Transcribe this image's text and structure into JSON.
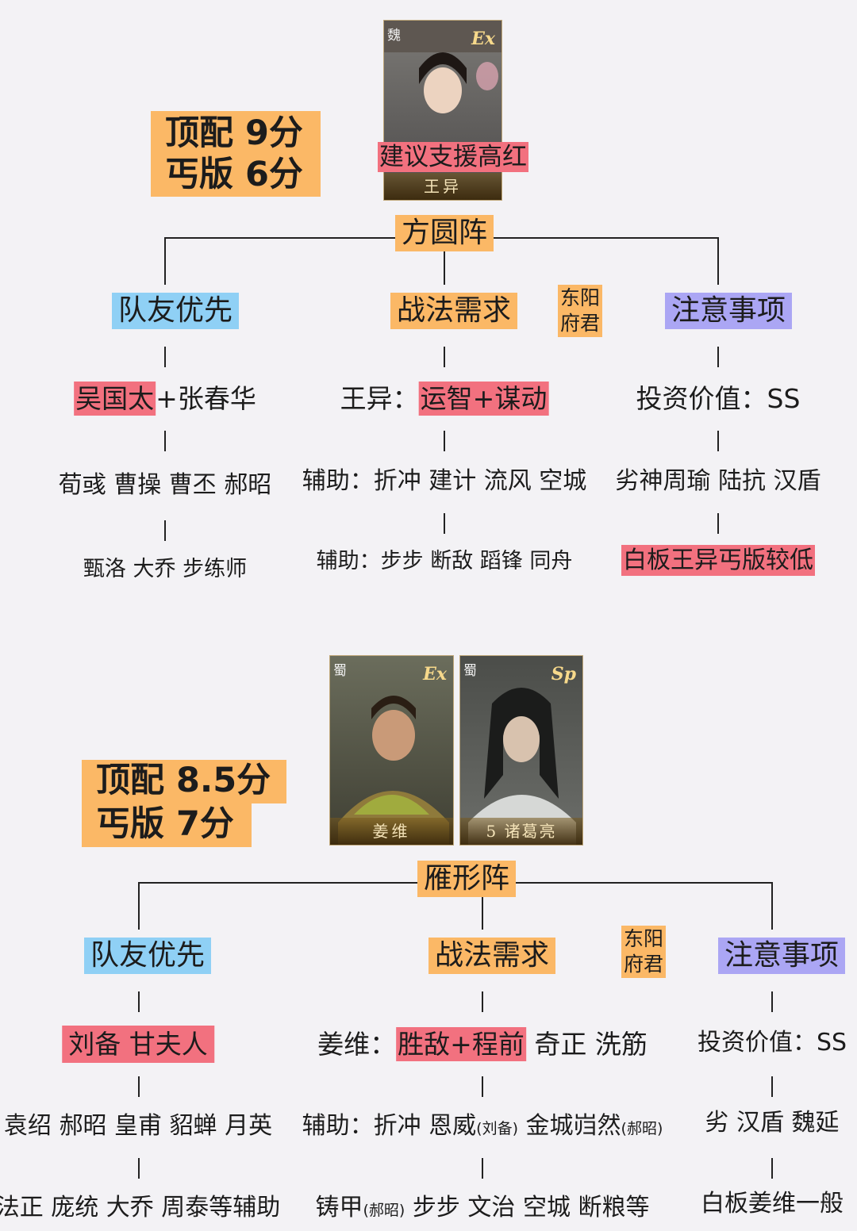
{
  "section1": {
    "score_top": "顶配 9分",
    "score_budget": "丐版 6分",
    "portrait": {
      "faction": "魏",
      "badge": "Ex",
      "name": "王异"
    },
    "advice": "建议支援高红",
    "formation": "方圆阵",
    "side_tag_1": "东阳",
    "side_tag_2": "府君",
    "col1": {
      "title": "队友优先",
      "r1_hl": "吴国太",
      "r1_rest": "+张春华",
      "r2": "荀彧 曹操 曹丕 郝昭",
      "r3": "甄洛 大乔 步练师"
    },
    "col2": {
      "title": "战法需求",
      "r1_pre": "王异：",
      "r1_hl": "运智+谋动",
      "r2": "辅助：折冲 建计 流风 空城",
      "r3": "辅助：步步 断敌 蹈锋 同舟"
    },
    "col3": {
      "title": "注意事项",
      "r1": "投资价值：SS",
      "r2": "劣神周瑜 陆抗 汉盾",
      "r3_hl": "白板王异丐版较低"
    }
  },
  "section2": {
    "score_top": "顶配 8.5分",
    "score_budget": "丐版 7分",
    "portrait1": {
      "faction": "蜀",
      "badge": "Ex",
      "name": "姜维"
    },
    "portrait2": {
      "faction": "蜀",
      "badge": "Sp",
      "name": "5 诸葛亮"
    },
    "formation": "雁形阵",
    "side_tag_1": "东阳",
    "side_tag_2": "府君",
    "col1": {
      "title": "队友优先",
      "r1_hl": "刘备 甘夫人",
      "r2": "袁绍 郝昭 皇甫 貂蝉 月英",
      "r3": "法正 庞统 大乔 周泰等辅助"
    },
    "col2": {
      "title": "战法需求",
      "r1_pre": "姜维：",
      "r1_hl": "胜敌+程前",
      "r1_post": " 奇正 洗筋",
      "r2_a": "辅助：折冲 恩威",
      "r2_b": "(刘备)",
      "r2_c": " 金城岿然",
      "r2_d": "(郝昭)",
      "r3_a": "铸甲",
      "r3_b": "(郝昭)",
      "r3_c": " 步步 文治 空城 断粮等"
    },
    "col3": {
      "title": "注意事项",
      "r1": "投资价值：SS",
      "r2": "劣 汉盾 魏延",
      "r3": "白板姜维一般"
    }
  },
  "colors": {
    "blue": "#8fd0f5",
    "orange": "#fbb866",
    "purple": "#aba6f4",
    "pink": "#f2717f",
    "background": "#f3f2f5"
  }
}
